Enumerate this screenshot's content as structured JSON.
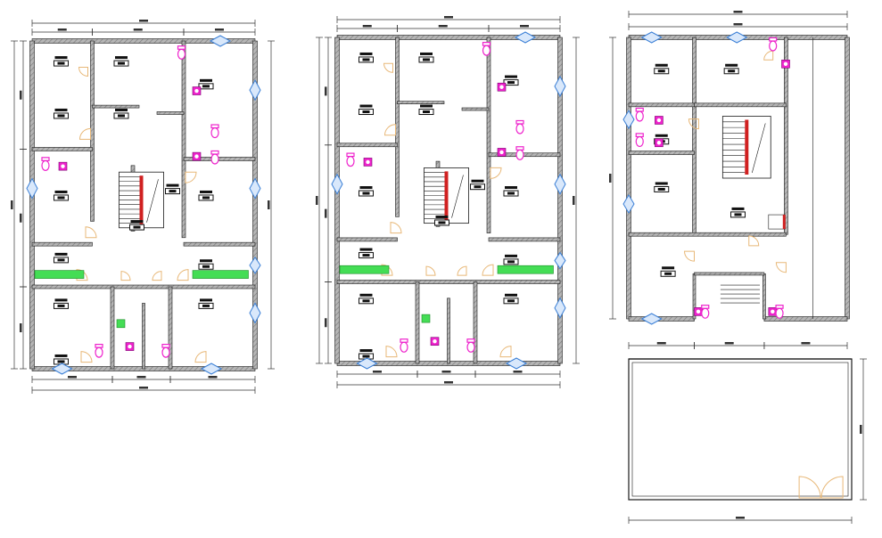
{
  "drawing": {
    "type": "architectural floor plans",
    "count": 3,
    "colors": {
      "background": "#ffffff",
      "wall": "#7f7f7f",
      "wall_hatch": "#b5b5b5",
      "line": "#1a1a1a",
      "dimension": "#333333",
      "door_swing": "#e8b878",
      "window": "#3a7fd6",
      "fixture": "#ee22cc",
      "kitchen_counter": "#44dd55",
      "stair_handrail": "#d02020",
      "room_label": "#111111"
    },
    "plans": [
      {
        "name": "left-plan",
        "room_labels": 14,
        "stair": true
      },
      {
        "name": "middle-plan",
        "room_labels": 14,
        "stair": true
      },
      {
        "name": "right-plan",
        "room_labels": 6,
        "stair": true,
        "open_yard_below": true
      }
    ],
    "legible_text": []
  }
}
